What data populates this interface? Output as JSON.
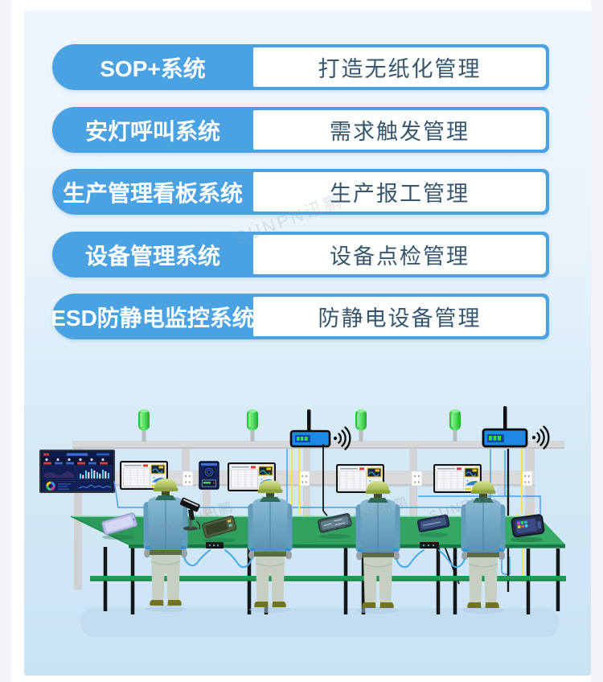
{
  "rows": [
    {
      "system": "SOP+系统",
      "benefit": "打造无纸化管理"
    },
    {
      "system": "安灯呼叫系统",
      "benefit": "需求触发管理"
    },
    {
      "system": "生产管理看板系统",
      "benefit": "生产报工管理"
    },
    {
      "system": "设备管理系统",
      "benefit": "设备点检管理"
    },
    {
      "system": "ESD防静电监控系统",
      "benefit": "防静电设备管理"
    }
  ],
  "watermark": {
    "text": "SUNPN讯鹏"
  },
  "theme": {
    "pill_blue": "#4aa2e2",
    "benefit_text_color": "#36566e",
    "panel_top": "#f0f6fd",
    "panel_bottom": "#c9e3f5"
  },
  "illustration": {
    "andon_light_count": 4,
    "sop_monitor_count": 4,
    "worker_count": 4,
    "router_count": 2,
    "socket_count": 4,
    "colors": {
      "table_green": "#2f9e5d",
      "andon_green": "#35d24a",
      "router_blue": "#1e88e5",
      "cable_blue": "#3f9fe0",
      "cable_yellow": "#f2e44c",
      "dashboard_navy": "#0b1437"
    }
  }
}
